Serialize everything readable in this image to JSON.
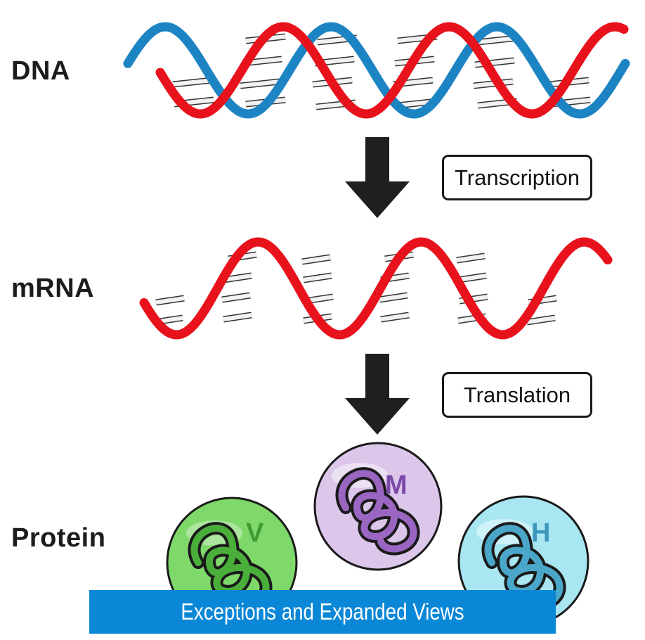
{
  "labels": {
    "dna": "DNA",
    "mrna": "mRNA",
    "protein": "Protein"
  },
  "steps": {
    "transcription": "Transcription",
    "translation": "Translation"
  },
  "proteins": [
    {
      "letter": "M",
      "color": "#dcc6ea",
      "strand": "#9a66c2",
      "text_color": "#7a48a6"
    },
    {
      "letter": "V",
      "color": "#7fd86a",
      "strand": "#4aae3a",
      "text_color": "#3f9a33"
    },
    {
      "letter": "H",
      "color": "#a8e6f2",
      "strand": "#4aa7c9",
      "text_color": "#3f96bd"
    }
  ],
  "colors": {
    "strand_red": "#e8121c",
    "strand_blue": "#1d84c4",
    "arrow": "#1f1f1f",
    "banner": "#0a87d6"
  },
  "banner": {
    "title": "Exceptions and Expanded Views"
  }
}
